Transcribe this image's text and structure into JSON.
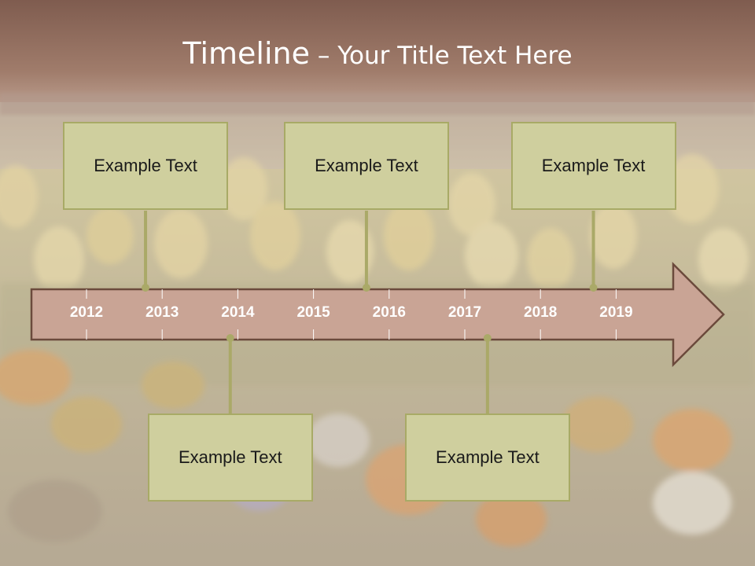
{
  "slide": {
    "title_main": "Timeline",
    "title_dash": " – ",
    "title_sub": "Your Title Text Here"
  },
  "colors": {
    "banner": "#8c6456",
    "arrow_fill": "#c9a495",
    "arrow_stroke": "#6b4a3c",
    "year_text": "#ffffff",
    "box_fill": "#cfcf9e",
    "box_border": "#a8aa66",
    "connector": "#aaa968"
  },
  "timeline": {
    "years": [
      "2012",
      "2013",
      "2014",
      "2015",
      "2016",
      "2017",
      "2018",
      "2019"
    ],
    "events_top": [
      {
        "text": "Example Text",
        "position": 2012.78
      },
      {
        "text": "Example Text",
        "position": 2015.7
      },
      {
        "text": "Example Text",
        "position": 2018.7
      }
    ],
    "events_bottom": [
      {
        "text": "Example Text",
        "position": 2013.9
      },
      {
        "text": "Example Text",
        "position": 2017.3
      }
    ]
  }
}
